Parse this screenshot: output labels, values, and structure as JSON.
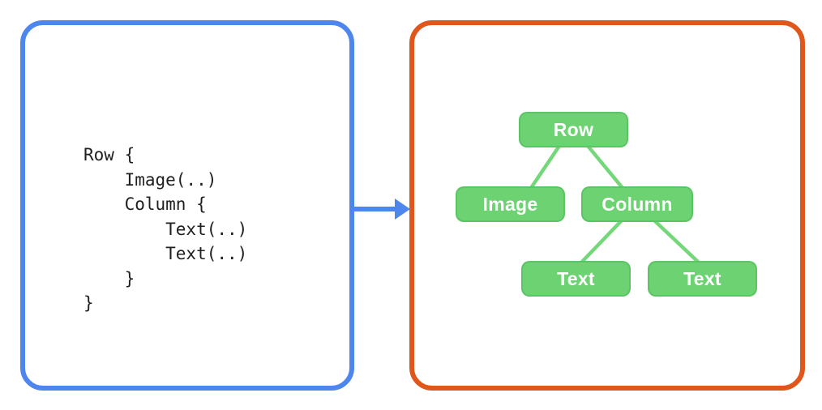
{
  "colors": {
    "background": "#ffffff",
    "code_panel_border": "#4d86ec",
    "arrow": "#4d86ec",
    "tree_panel_border": "#e0571c",
    "node_fill": "#6dd372",
    "edge_line": "#74d87a",
    "node_text": "#ffffff",
    "code_text": "#1f1f1f"
  },
  "code_panel": {
    "language": "compose-dsl",
    "code_lines": [
      "Row {",
      "    Image(..)",
      "    Column {",
      "        Text(..)",
      "        Text(..)",
      "    }",
      "}"
    ]
  },
  "arrow": {
    "direction": "right"
  },
  "tree_panel": {
    "nodes": [
      {
        "id": "row",
        "label": "Row"
      },
      {
        "id": "image",
        "label": "Image"
      },
      {
        "id": "column",
        "label": "Column"
      },
      {
        "id": "text-1",
        "label": "Text"
      },
      {
        "id": "text-2",
        "label": "Text"
      }
    ],
    "edges": [
      {
        "from": "row",
        "to": "image"
      },
      {
        "from": "row",
        "to": "column"
      },
      {
        "from": "column",
        "to": "text-1"
      },
      {
        "from": "column",
        "to": "text-2"
      }
    ]
  }
}
